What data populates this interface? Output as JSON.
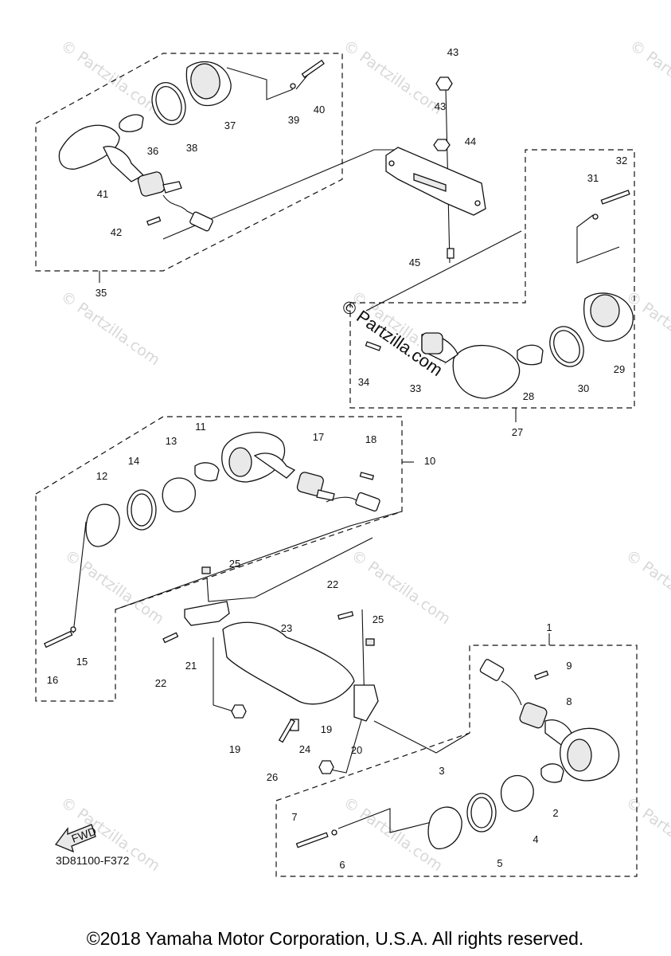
{
  "watermark": "© Partzilla.com",
  "stamp": "© Partzilla.com",
  "fwd_label": "FWD",
  "diagram_code": "3D81100-F372",
  "copyright": "©2018 Yamaha Motor Corporation, U.S.A. All rights reserved.",
  "callouts": [
    "1",
    "2",
    "3",
    "4",
    "5",
    "6",
    "7",
    "8",
    "9",
    "10",
    "11",
    "12",
    "13",
    "14",
    "15",
    "16",
    "17",
    "18",
    "19",
    "19",
    "20",
    "21",
    "22",
    "22",
    "23",
    "24",
    "25",
    "25",
    "26",
    "27",
    "28",
    "29",
    "30",
    "31",
    "32",
    "33",
    "34",
    "35",
    "36",
    "37",
    "38",
    "39",
    "40",
    "41",
    "42",
    "43",
    "43",
    "44",
    "45"
  ]
}
